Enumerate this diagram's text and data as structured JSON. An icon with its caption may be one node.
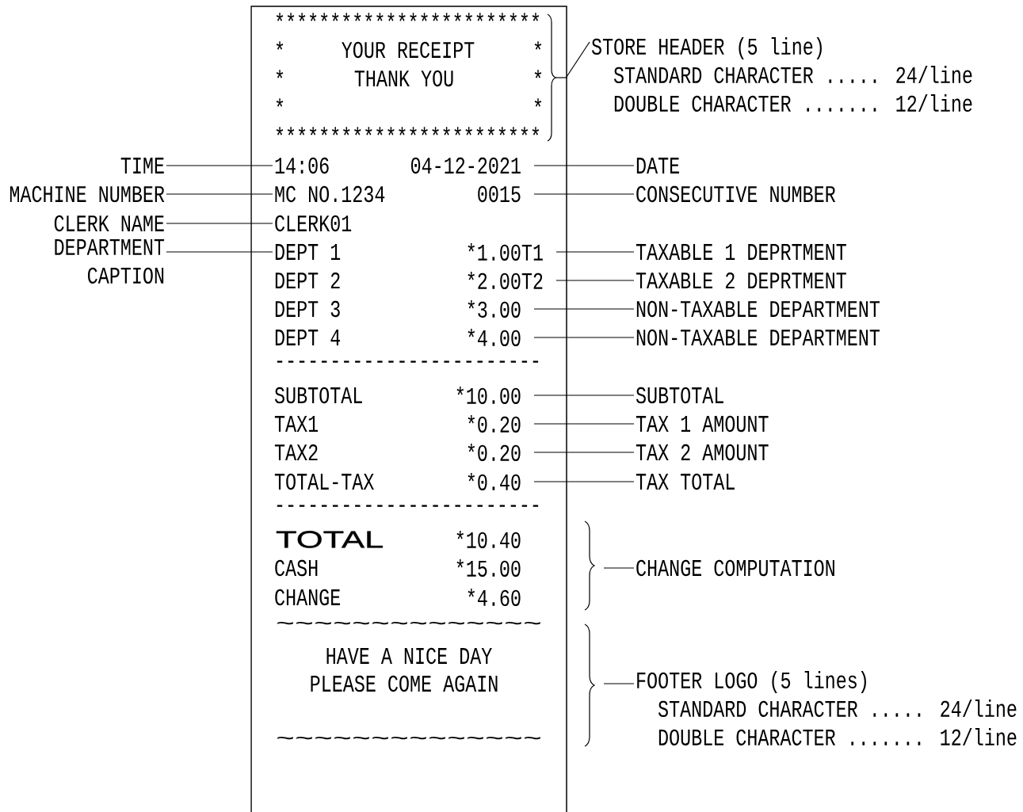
{
  "diagram": {
    "nodes": [
      {
        "text": [],
        "shape": "box"
      },
      {
        "text": [
          "14:06"
        ],
        "in": 0
      },
      {
        "text": [
          "04-12-2021"
        ],
        "in": 0
      },
      {
        "text": [
          "MC NO.1234"
        ],
        "in": 0
      },
      {
        "text": [
          "0015"
        ],
        "in": 0
      },
      {
        "text": [
          "CLERK01"
        ],
        "in": 0
      },
      {
        "text": [
          "DEPT 1"
        ],
        "in": 0
      },
      {
        "text": [
          "*1.00T1"
        ],
        "in": 0
      },
      {
        "text": [
          "*2.00T2"
        ],
        "in": 0
      },
      {
        "text": [
          "*3.00"
        ],
        "in": 0
      },
      {
        "text": [
          "*4.00"
        ],
        "in": 0
      },
      {
        "text": [
          "*10.00"
        ],
        "in": 0
      },
      {
        "text": [
          "*0.20"
        ],
        "in": 0
      },
      {
        "text": [
          "*0.20"
        ],
        "in": 0
      },
      {
        "text": [
          "*0.40"
        ],
        "in": 0
      },
      {
        "text": [
          "TIME"
        ]
      },
      {
        "text": [
          "MACHINE NUMBER"
        ]
      },
      {
        "text": [
          "CLERK NAME"
        ]
      },
      {
        "text": [
          "DEPARTMENT CAPTION"
        ]
      },
      {
        "text": [
          "STORE HEADER (5 line)",
          "STANDARD CHARACTER ..... 24/line",
          "DOUBLE CHARACTER ....... 12/line"
        ]
      },
      {
        "text": [
          "DATE"
        ]
      },
      {
        "text": [
          "CONSECUTIVE NUMBER"
        ]
      },
      {
        "text": [
          "TAXABLE 1 DEPRTMENT"
        ]
      },
      {
        "text": [
          "TAXABLE 2 DEPRTMENT"
        ]
      },
      {
        "text": [
          "NON-TAXABLE DEPARTMENT"
        ]
      },
      {
        "text": [
          "NON-TAXABLE DEPARTMENT"
        ]
      },
      {
        "text": [
          "SUBTOTAL"
        ]
      },
      {
        "text": [
          "TAX 1 AMOUNT"
        ]
      },
      {
        "text": [
          "TAX 2 AMOUNT"
        ]
      },
      {
        "text": [
          "TAX TOTAL"
        ]
      },
      {
        "text": [
          "CHANGE COMPUTATION"
        ]
      },
      {
        "text": [
          "FOOTER LOGO (5 lines)",
          "STANDARD CHARACTER ..... 24/line",
          "DOUBLE CHARACTER ....... 12/line"
        ]
      }
    ],
    "edges": [
      {
        "from": 15,
        "to": 1,
        "arrow": "none"
      },
      {
        "from": 16,
        "to": 3,
        "arrow": "none"
      },
      {
        "from": 17,
        "to": 5,
        "arrow": "none"
      },
      {
        "from": 18,
        "to": 6,
        "arrow": "none"
      },
      {
        "from": 19,
        "to": 0,
        "arrow": "none"
      },
      {
        "from": 20,
        "to": 2,
        "arrow": "none"
      },
      {
        "from": 21,
        "to": 4,
        "arrow": "none"
      },
      {
        "from": 22,
        "to": 7,
        "arrow": "none"
      },
      {
        "from": 23,
        "to": 8,
        "arrow": "none"
      },
      {
        "from": 24,
        "to": 9,
        "arrow": "none"
      },
      {
        "from": 25,
        "to": 10,
        "arrow": "none"
      },
      {
        "from": 26,
        "to": 11,
        "arrow": "none"
      },
      {
        "from": 27,
        "to": 12,
        "arrow": "none"
      },
      {
        "from": 28,
        "to": 13,
        "arrow": "none"
      },
      {
        "from": 29,
        "to": 14,
        "arrow": "none"
      },
      {
        "from": 30,
        "to": null,
        "arrow": "none"
      },
      {
        "from": 31,
        "to": null,
        "arrow": "none"
      }
    ],
    "labels": [
      "************************",
      "*",
      "YOUR RECEIPT",
      "*",
      "*",
      "THANK YOU",
      "*",
      "*",
      "*",
      "************************",
      "DEPT 2",
      "DEPT 3",
      "DEPT 4",
      "------------------------",
      "SUBTOTAL",
      "TAX1",
      "TAX2",
      "TOTAL-TAX",
      "------------------------",
      "TOTAL",
      "*10.40",
      "CASH",
      "*15.00",
      "CHANGE",
      "*4.60",
      "~~~~~~~~~~~~~~",
      "HAVE A NICE DAY",
      "PLEASE COME AGAIN",
      "~~~~~~~~~~~~~~"
    ]
  }
}
